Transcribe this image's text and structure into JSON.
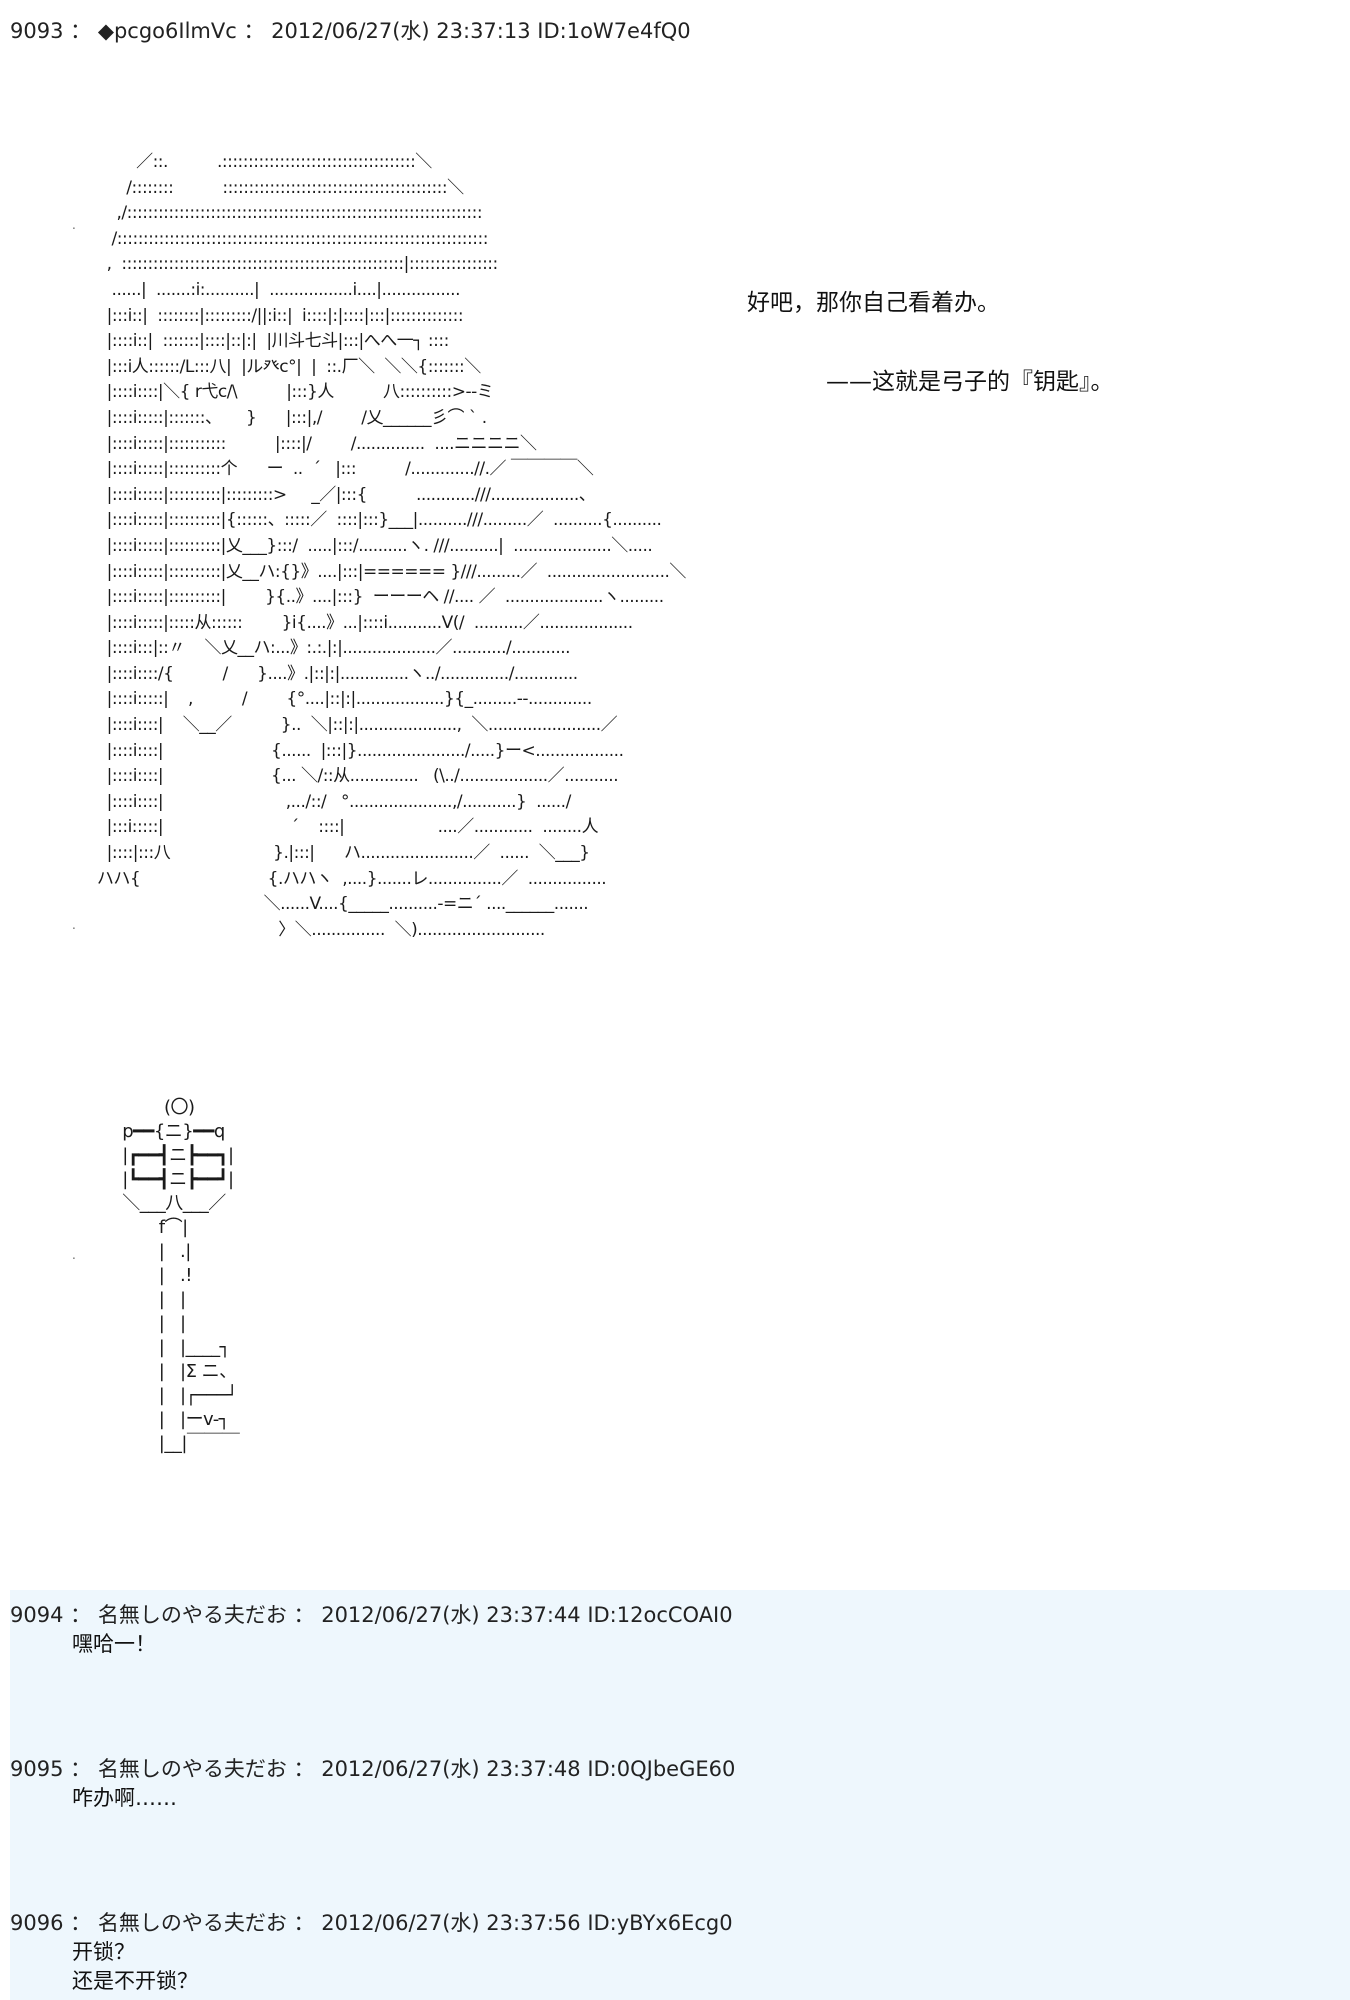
{
  "posts": [
    {
      "number": "9093",
      "sep": "：",
      "name": "◆pcgo6IlmVc",
      "date": "2012/06/27(水) 23:37:13",
      "id": "ID:1oW7e4fQ0",
      "side_line_1": "好吧，那你自己看着办。",
      "side_line_2": "——这就是弓子的『钥匙』。",
      "art_figure": "                    ／::.          .:::::::::::::::::::::::::::::::::::::＼\n                  /::::::::          :::::::::::::::::::::::::::::::::::::::::::＼\n                ,/::::::::::::::::::::::::::::::::::::::::::::::::::::::::::::::::::::\n               /:::::::::::::::::::::::::::::::::::::::::::::::::::::::::::::::::::::::\n              ,  ::::::::::::::::::::::::::::::::::::::::::::::::::::::|:::::::::::::::::\n               ......|  .......:i:..........|  .................i....|................\n              |:::i::|  ::::::::|:::::::::/||:i::|  i::::|:|::::|:::|::::::::::::::\n              |::::i::|  :::::::|::::|::|:|  |川斗七斗|:::|へへ一┐ ::::\n              |:::i人::::::/L:::八|  |ル癶c°|  |  ::.厂＼  ＼＼{:::::::＼\n              |::::i::::|＼{ r弋c/\\          |:::}人          八::::::::::>--ミ\n              |::::i:::::|:::::::、     }      |:::|,/        /乂______彡⌒ ` .\n              |::::i:::::|:::::::::::          |::::|/        /..............  ....ニニニニ＼\n              |::::i:::::|::::::::::个      ー  ..  ´   |:::          /.............//.／ ￣￣￣￣＼\n              |::::i:::::|::::::::::|:::::::::>     _／|:::{          ............///..................、\n              |::::i:::::|::::::::::|{::::::、:::::／  ::::|:::}___|..........///.........／  ..........{..........\n              |::::i:::::|::::::::::|乂___}:::/  .....|:::/..........ヽ. ///..........|  ....................＼.....\n              |::::i:::::|::::::::::|乂__ハ:{}》....|:::|====== }///.........／  .........................＼\n              |::::i:::::|::::::::::|        }{..》....|:::}  ーーーヘ //.... ／  ....................ヽ.........\n              |::::i:::::|:::::从::::::        }i{....》...|::::i...........V(/  ..........／...................\n              |::::i:::|::〃    ＼乂__ハ:...》:.:.|:|...................／.........../............\n              |::::i::::/{          /      }....》.|::|:|..............ヽ../............../.............\n              |::::i:::::|    ,          /        {°....|::|:|..................}{_.........--.............\n              |::::i::::|    ＼__／          }..  ＼|::|:|....................,  ＼.......................／\n              |::::i::::|                      {......  |:::|}....................../.....}ー<..................\n              |::::i::::|                      {... ＼/::从..............   (\\../..................／...........\n              |::::i::::|                         ,.../::/   °.....................,/...........}  ....../\n              |:::i:::::|                          ´    ::::|                   ....／............  ........人\n              |::::|:::八                     }.|:::|      ハ.......................／  ......  ＼___}\n            ハハ{                          {.ハハヽ  ,....}.......レ...............／  ................\n                                              ＼......V....{_____..........-=ニ´ ....______.......\n                                                 〉＼...............  ＼)..........................",
      "art_key": "                  (〇)\n          p━━{ニ}━━q\n          |┏━━┫ニ┣━━┓|\n          |┗━━┫ニ┣━━┛|\n          ＼___八___／\n                 f⌒|\n                 |   .|\n                 |   .!\n                 |   |\n                 |   |\n                 |   |____┐\n                 |   |Σ ニ、\n                 |   |┌───┘\n                 |   |ーv-┐\n                 |__|￣￣￣"
    },
    {
      "number": "9094",
      "sep": "：",
      "name": "名無しのやる夫だお",
      "date": "2012/06/27(水) 23:37:44",
      "id": "ID:12ocCOAI0",
      "body": "嘿哈一！"
    },
    {
      "number": "9095",
      "sep": "：",
      "name": "名無しのやる夫だお",
      "date": "2012/06/27(水) 23:37:48",
      "id": "ID:0QJbeGE60",
      "body": "咋办啊……"
    },
    {
      "number": "9096",
      "sep": "：",
      "name": "名無しのやる夫だお",
      "date": "2012/06/27(水) 23:37:56",
      "id": "ID:yBYx6Ecg0",
      "body": "开锁？\n还是不开锁？"
    }
  ],
  "colors": {
    "highlight_bg": "#eef7fd",
    "text": "#1a1a1a"
  }
}
